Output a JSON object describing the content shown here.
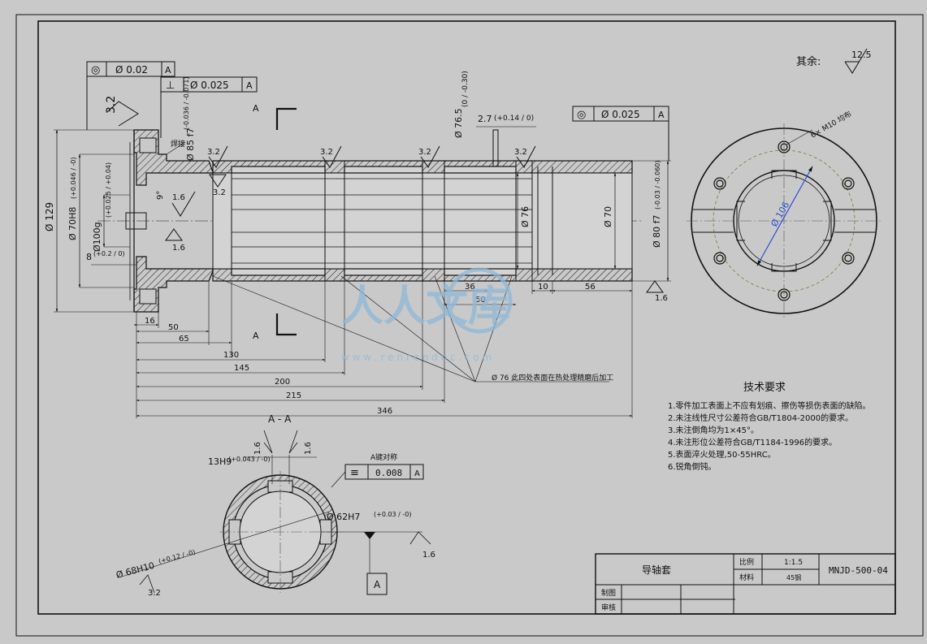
{
  "colors": {
    "background": "#c9c9c9",
    "line": "#111111",
    "watermark": "#8fb8d8",
    "accent_blue": "#2c4fd0"
  },
  "roughness_note": {
    "label": "其余:",
    "value": "12.5"
  },
  "tolerance_frames": {
    "concentricity_top": {
      "symbol": "◎",
      "value": "Ø 0.02",
      "datum": "A"
    },
    "perpendicularity": {
      "symbol": "⊥",
      "value": "Ø 0.025",
      "datum": "A"
    },
    "concentricity_right": {
      "symbol": "◎",
      "value": "Ø 0.025",
      "datum": "A"
    },
    "symmetry": {
      "symbol": "≡",
      "value": "0.008",
      "datum": "A"
    }
  },
  "section_marks": {
    "top": "A",
    "bottom": "A",
    "section_title": "A - A"
  },
  "roughness_values": [
    "3.2",
    "3.2",
    "3.2",
    "3.2",
    "3.2",
    "3.2",
    "1.6",
    "1.6",
    "1.6",
    "1.6",
    "1.6",
    "1.6",
    "3.2"
  ],
  "main_dims": {
    "d129": "Ø 129",
    "d70h8": "Ø 70H8",
    "d70h8_tol": "(+0.046 / -0)",
    "d100g": "Ø100g",
    "d100g_tol": "(+0.025 / +0.04)",
    "eight": "8",
    "eight_tol": "(+0.2 / 0)",
    "d85f7": "Ø 85 f7",
    "d85f7_tol": "(-0.036 / -0.071)",
    "d76_5": "Ø 76.5",
    "d76_5_tol": "(0 / -0.30)",
    "two_seven": "2.7",
    "two_seven_tol": "(+0.14 / 0)",
    "d76": "Ø 76",
    "d70": "Ø 70",
    "d80f7": "Ø 80 f7",
    "d80f7_tol": "(-0.03 / -0.060)",
    "rough_angle": "9°",
    "weld": "焊接",
    "l16": "16",
    "l50": "50",
    "l65": "65",
    "l130": "130",
    "l145": "145",
    "l200": "200",
    "l215": "215",
    "l346": "346",
    "l36": "36",
    "l50b": "50",
    "l10": "10",
    "l56": "56",
    "note_76": "Ø 76 此四处表面在热处理精磨后加工"
  },
  "end_view": {
    "holes": "6× M10 均布",
    "dia": "Ø 106"
  },
  "section": {
    "width": "13H9",
    "width_tol": "(+0.043 / -0)",
    "d62h7": "Ø 62H7",
    "d62h7_tol": "(+0.03 / -0)",
    "d68h10": "Ø 68H10",
    "d68h10_tol": "(+0.12 / -0)",
    "datum_label": "A",
    "symmetry_note": "A键对称"
  },
  "tech_req": {
    "title": "技术要求",
    "items": [
      "1.零件加工表面上不应有划痕、擦伤等损伤表面的缺陷。",
      "2.未注线性尺寸公差符合GB/T1804-2000的要求。",
      "3.未注倒角均为1×45°。",
      "4.未注形位公差符合GB/T1184-1996的要求。",
      "5.表面淬火处理,50-55HRC。",
      "6.锐角倒钝。"
    ]
  },
  "title_block": {
    "part_name": "导轴套",
    "scale_label": "比例",
    "scale": "1:1.5",
    "material_label": "材料",
    "material": "45钢",
    "drawing_no": "MNJD-500-04",
    "drafter_label": "制图",
    "checker_label": "审核"
  },
  "watermark": {
    "main": "人人文库",
    "url": "w w w . r e n r e n d o c . c o m"
  }
}
